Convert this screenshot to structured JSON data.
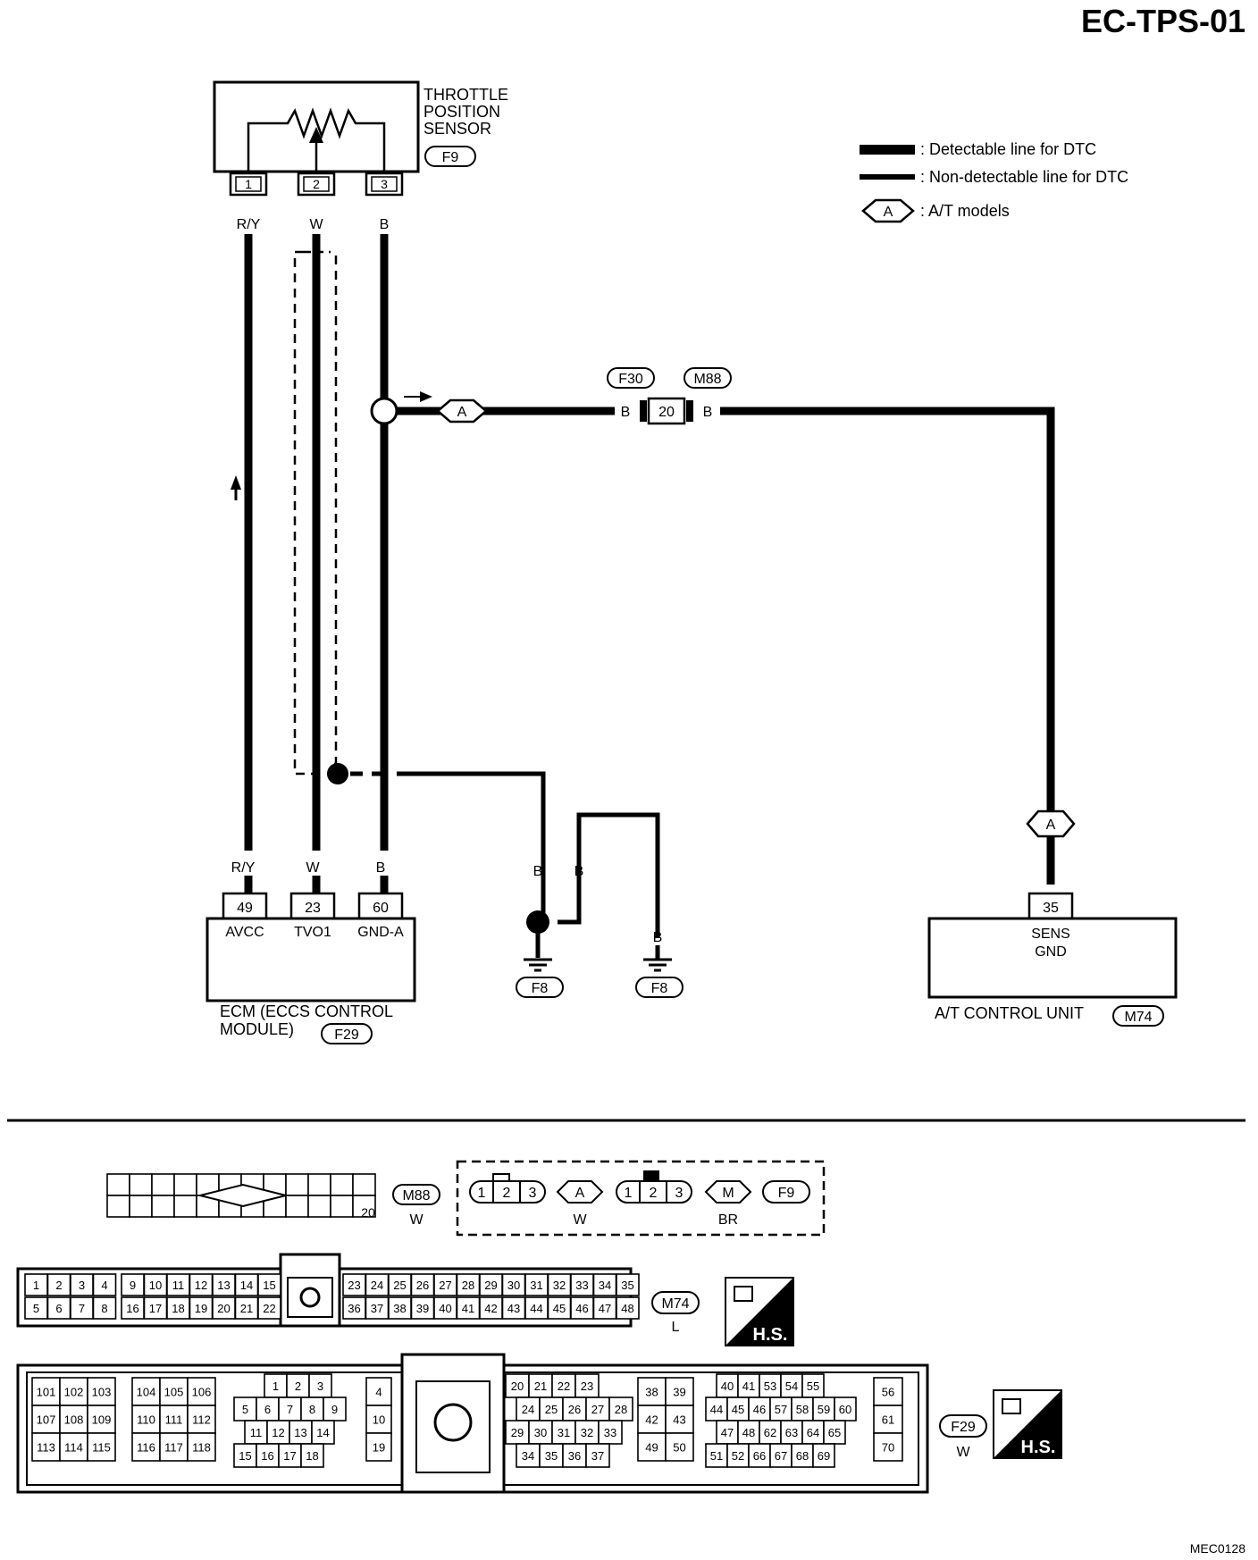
{
  "page_code": "EC-TPS-01",
  "footer_code": "MEC0128",
  "legend": {
    "detectable": ": Detectable line for DTC",
    "non_detectable": ": Non-detectable line for DTC",
    "at_symbol": "A",
    "at_models": ": A/T models"
  },
  "sensor": {
    "name_line1": "THROTTLE",
    "name_line2": "POSITION",
    "name_line3": "SENSOR",
    "connector": "F9",
    "pins": [
      "1",
      "2",
      "3"
    ],
    "wire_colors": [
      "R/Y",
      "W",
      "B"
    ]
  },
  "joint_connector": {
    "left_id": "F30",
    "right_id": "M88",
    "pin": "20",
    "left_color": "B",
    "right_color": "B"
  },
  "ecm": {
    "wire_colors": [
      "R/Y",
      "W",
      "B"
    ],
    "pins": [
      "49",
      "23",
      "60"
    ],
    "terminals": [
      "AVCC",
      "TVO1",
      "GND-A"
    ],
    "name_line1": "ECM (ECCS CONTROL",
    "name_line2": "MODULE)",
    "connector": "F29"
  },
  "grounds": {
    "wire_a1": "B",
    "wire_a2": "B",
    "wire_b": "B",
    "ground_left": "F8",
    "ground_right": "F8"
  },
  "atcu": {
    "symbol": "A",
    "wire_color": "B",
    "pin": "35",
    "terminal_line1": "SENS",
    "terminal_line2": "GND",
    "name": "A/T CONTROL UNIT",
    "connector": "M74"
  },
  "connector_views": {
    "m88": {
      "id": "M88",
      "color": "W",
      "pin_label": "20"
    },
    "f9_group": {
      "pins": [
        "1",
        "2",
        "3"
      ],
      "at_symbol": "A",
      "at_color": "W",
      "m_symbol": "M",
      "m_color": "BR",
      "connector": "F9"
    },
    "m74": {
      "id": "M74",
      "color": "L",
      "hs": "H.S.",
      "top_row": [
        "1",
        "2",
        "3",
        "4",
        "9",
        "10",
        "11",
        "12",
        "13",
        "14",
        "15",
        "23",
        "24",
        "25",
        "26",
        "27",
        "28",
        "29",
        "30",
        "31",
        "32",
        "33",
        "34",
        "35"
      ],
      "bottom_row": [
        "5",
        "6",
        "7",
        "8",
        "16",
        "17",
        "18",
        "19",
        "20",
        "21",
        "22",
        "36",
        "37",
        "38",
        "39",
        "40",
        "41",
        "42",
        "43",
        "44",
        "45",
        "46",
        "47",
        "48"
      ]
    },
    "f29": {
      "id": "F29",
      "color": "W",
      "hs": "H.S.",
      "block1": [
        [
          "101",
          "102",
          "103"
        ],
        [
          "107",
          "108",
          "109"
        ],
        [
          "113",
          "114",
          "115"
        ]
      ],
      "block2": [
        [
          "104",
          "105",
          "106"
        ],
        [
          "110",
          "111",
          "112"
        ],
        [
          "116",
          "117",
          "118"
        ]
      ],
      "block3": [
        [
          "1",
          "2",
          "3"
        ],
        [
          "5",
          "6",
          "7",
          "8",
          "9"
        ],
        [
          "11",
          "12",
          "13",
          "14"
        ],
        [
          "15",
          "16",
          "17",
          "18"
        ]
      ],
      "block4": [
        "4",
        "10",
        "19"
      ],
      "block5": [
        [
          "20",
          "21",
          "22",
          "23"
        ],
        [
          "24",
          "25",
          "26",
          "27",
          "28"
        ],
        [
          "29",
          "30",
          "31",
          "32",
          "33"
        ],
        [
          "34",
          "35",
          "36",
          "37"
        ]
      ],
      "block6": [
        [
          "38",
          "39"
        ],
        [
          "42",
          "43"
        ],
        [
          "49",
          "50"
        ]
      ],
      "block7": [
        [
          "40",
          "41",
          "53",
          "54",
          "55"
        ],
        [
          "44",
          "45",
          "46",
          "57",
          "58",
          "59",
          "60"
        ],
        [
          "47",
          "48",
          "62",
          "63",
          "64",
          "65"
        ],
        [
          "51",
          "52",
          "66",
          "67",
          "68",
          "69"
        ]
      ],
      "block8": [
        "56",
        "61",
        "70"
      ]
    }
  }
}
